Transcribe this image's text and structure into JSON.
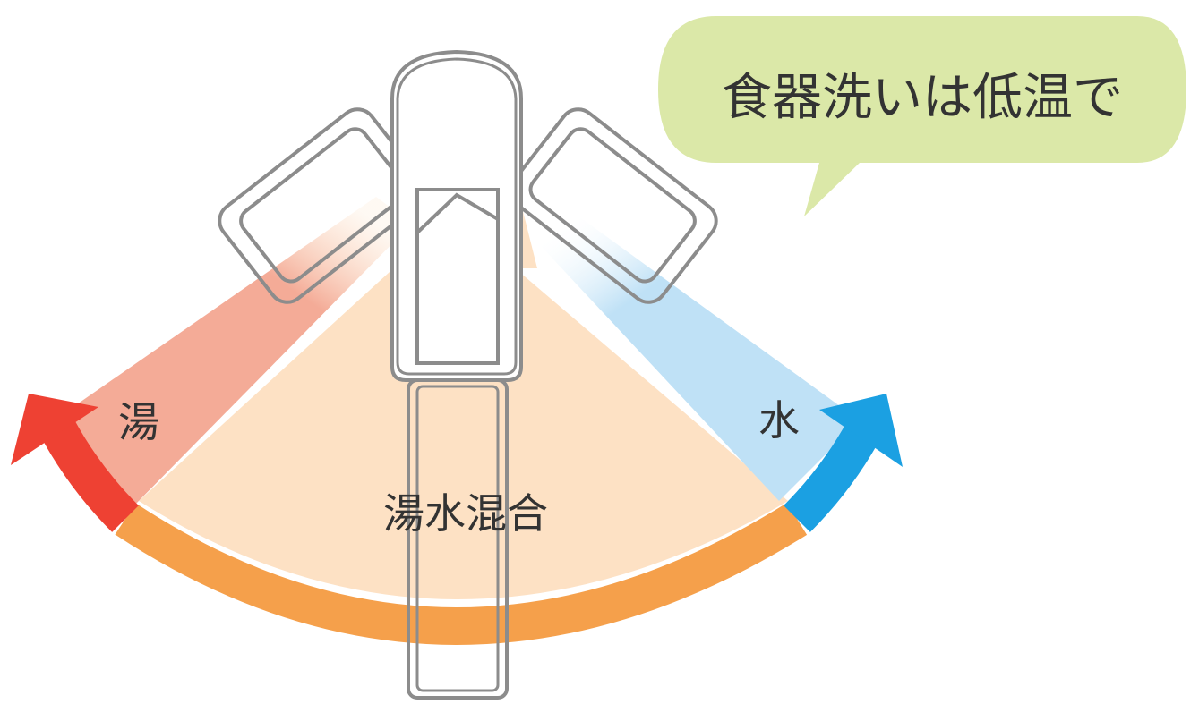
{
  "speech_bubble": {
    "text": "食器洗いは低温で",
    "fill_color": "#dbe8a8"
  },
  "labels": {
    "hot": "湯",
    "cold": "水",
    "mixed": "湯水混合"
  },
  "colors": {
    "hot_arrow": "#ee4133",
    "hot_zone": "#f4b6a0",
    "mixed_zone": "#fde1c4",
    "mixed_arc": "#f5a04b",
    "cold_arrow": "#1ba0e2",
    "cold_zone": "#bfe1f6",
    "faucet_outline": "#8c8c8c",
    "text": "#333333"
  },
  "icons": {
    "faucet": "single-lever-faucet-icon",
    "hot_direction": "arrow-left-curved-icon",
    "cold_direction": "arrow-right-curved-icon"
  }
}
